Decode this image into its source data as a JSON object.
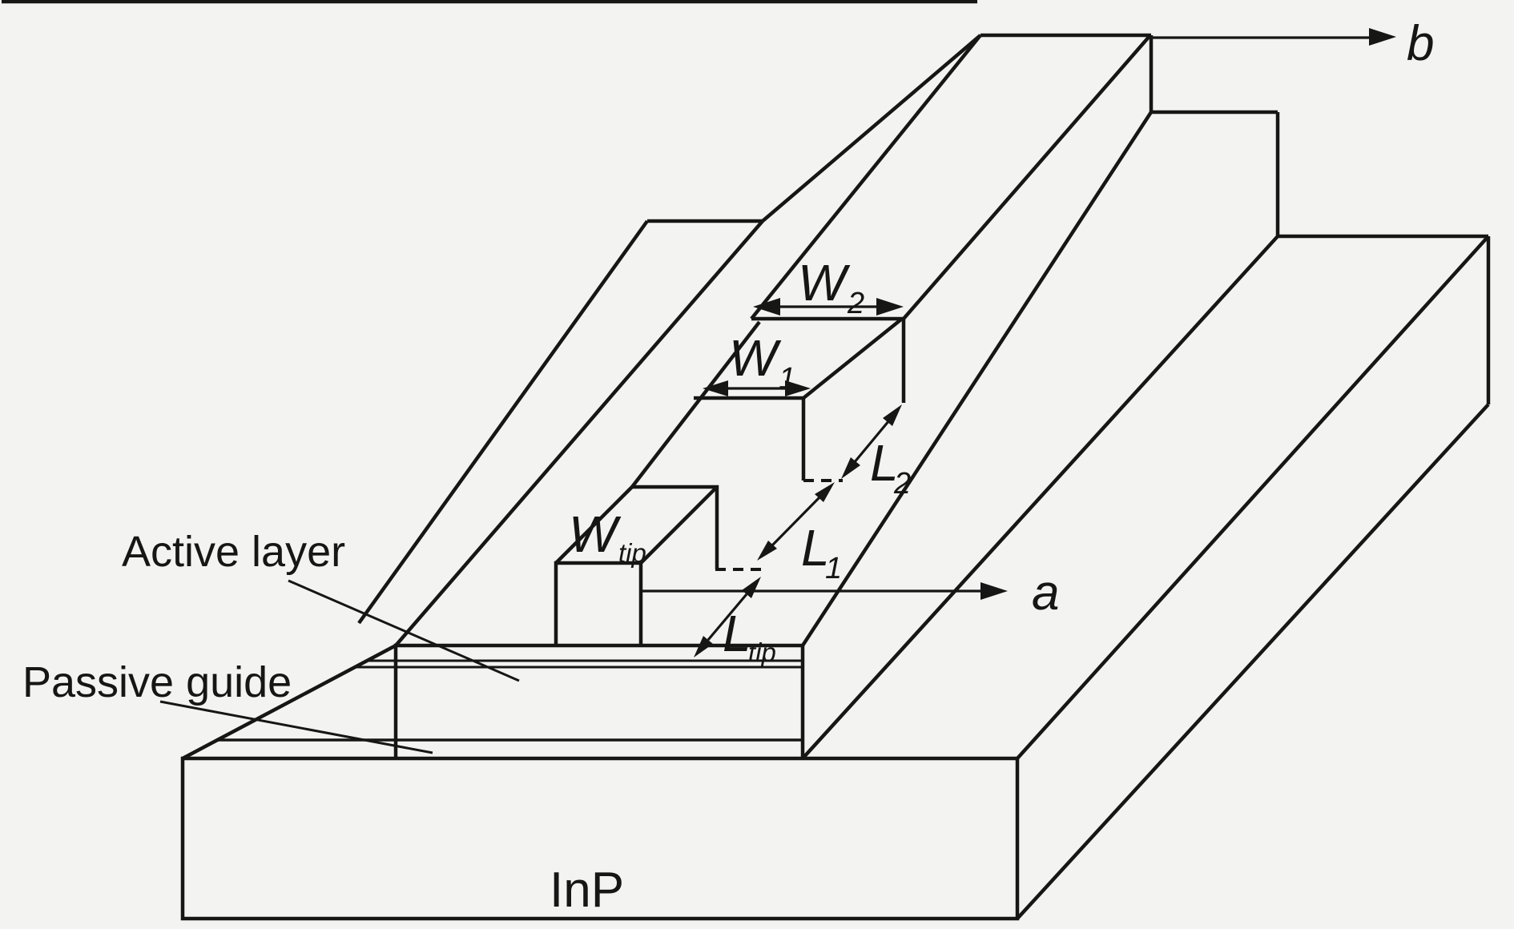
{
  "figure": {
    "type": "schematic-3d-diagram",
    "description": "Tapered active waveguide on passive guide over InP substrate, oblique 3D line drawing",
    "colors": {
      "ink": "#161616",
      "paper": "#f3f3f1"
    },
    "labels": {
      "active_layer": "Active layer",
      "passive_guide": "Passive guide",
      "substrate": "InP",
      "axis_a": "a",
      "axis_b": "b",
      "w2": {
        "main": "W",
        "sub": "2"
      },
      "w1": {
        "main": "W",
        "sub": "1"
      },
      "wtip": {
        "main": "W",
        "sub": "tip"
      },
      "l2": {
        "main": "L",
        "sub": "2"
      },
      "l1": {
        "main": "L",
        "sub": "1"
      },
      "ltip": {
        "main": "L",
        "sub": "tip"
      }
    }
  }
}
